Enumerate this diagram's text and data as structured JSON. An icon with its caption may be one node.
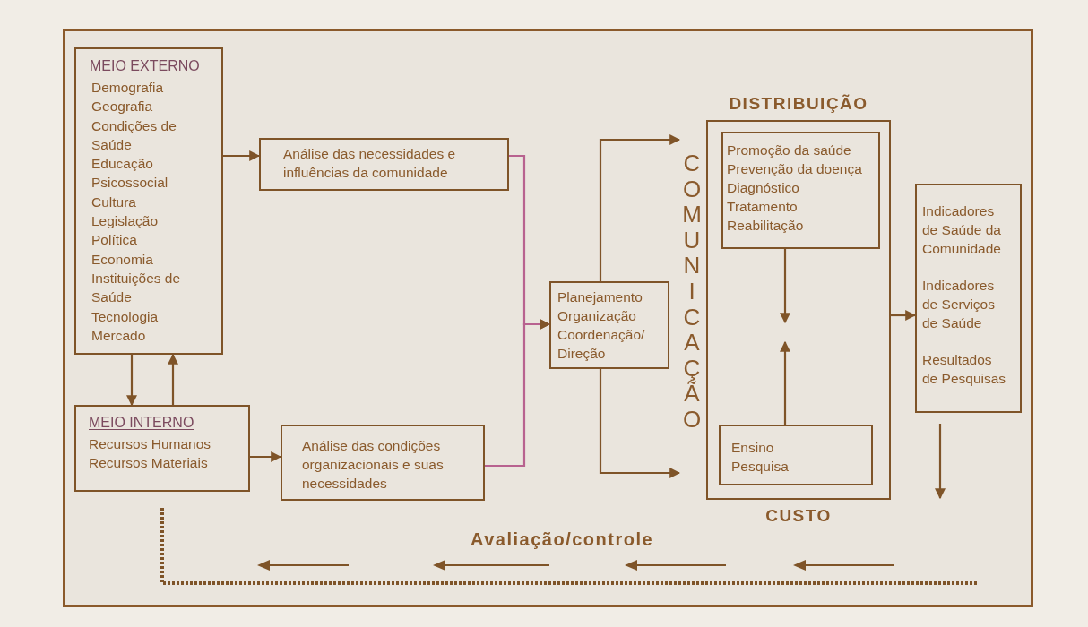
{
  "diagram": {
    "nodes": [
      {
        "text": [
          "MEIO EXTERNO",
          "Demografia",
          "Geografia",
          "Condições de Saúde",
          "Educação",
          "Psicossocial",
          "Cultura",
          "Legislação",
          "Política",
          "Economia",
          "Instituições de Saúde",
          "Tecnologia",
          "Mercado"
        ]
      },
      {
        "text": [
          "Análise das necessidades e influências da comunidade"
        ]
      },
      {
        "text": [
          "MEIO INTERNO",
          "Recursos Humanos",
          "Recursos Materiais"
        ]
      },
      {
        "text": [
          "Análise das condições organizacionais e suas necessidades"
        ]
      },
      {
        "text": [
          "Planejamento",
          "Organização",
          "Coordenação/",
          "Direção"
        ]
      },
      {
        "text": [
          "COMUNICAÇÃO"
        ]
      },
      {
        "text": [
          "DISTRIBUIÇÃO",
          "CUSTO"
        ]
      },
      {
        "text": [
          "Promoção da saúde",
          "Prevenção da doença",
          "Diagnóstico",
          "Tratamento",
          "Reabilitação"
        ],
        "in": 6
      },
      {
        "text": [
          "Ensino",
          "Pesquisa"
        ],
        "in": 6
      },
      {
        "text": [
          "Indicadores de Saúde da Comunidade",
          "Indicadores de Serviços de Saúde",
          "Resultados de Pesquisas"
        ]
      }
    ],
    "edges": [
      {
        "from": 0,
        "to": 1,
        "arrow": "to"
      },
      {
        "from": 0,
        "to": 2,
        "arrow": "to"
      },
      {
        "from": 2,
        "to": 0,
        "arrow": "to"
      },
      {
        "from": 2,
        "to": 3,
        "arrow": "to"
      },
      {
        "from": 1,
        "to": 4,
        "arrow": "to",
        "color": "#b8628f"
      },
      {
        "from": 3,
        "to": 4,
        "arrow": "to",
        "color": "#b8628f"
      },
      {
        "from": 4,
        "to": 5,
        "arrow": "to"
      },
      {
        "from": 4,
        "to": 5,
        "arrow": "to"
      },
      {
        "from": 7,
        "to": null,
        "arrow": "to"
      },
      {
        "from": 8,
        "to": null,
        "arrow": "to"
      },
      {
        "from": 6,
        "to": 9,
        "arrow": "to"
      },
      {
        "from": 9,
        "to": null,
        "arrow": "to"
      }
    ],
    "labels": [
      "Avaliação/controle"
    ]
  }
}
